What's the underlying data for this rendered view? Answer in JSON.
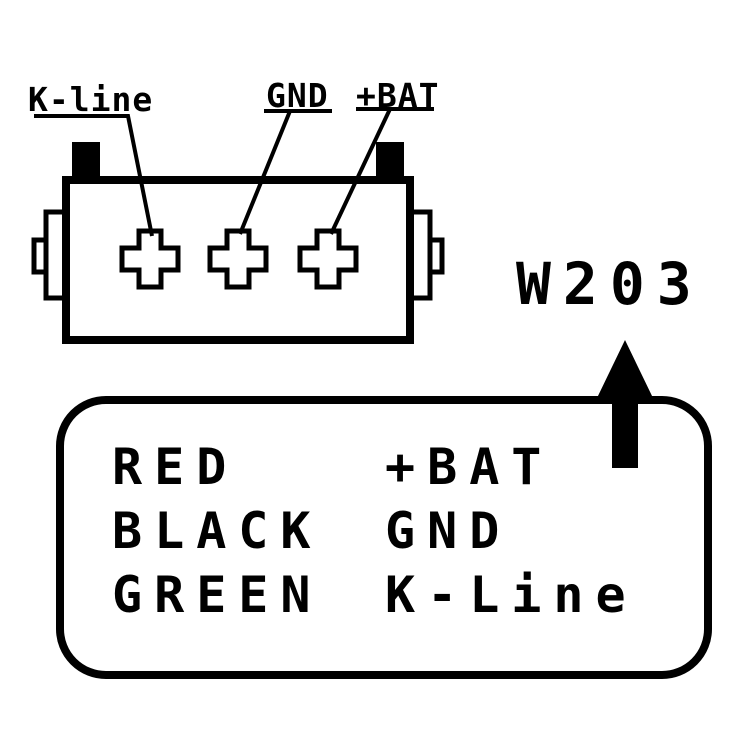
{
  "canvas": {
    "background_color": "#ffffff",
    "ink_color": "#000000"
  },
  "connector": {
    "pin_labels": [
      {
        "label": "K-line"
      },
      {
        "label": "GND"
      },
      {
        "label": "+BAT"
      }
    ],
    "pin_count": 3
  },
  "model_label": "W203",
  "legend": {
    "rows": [
      {
        "wire_color": "RED",
        "signal": "+BAT"
      },
      {
        "wire_color": "BLACK",
        "signal": "GND"
      },
      {
        "wire_color": "GREEN",
        "signal": "K-Line"
      }
    ]
  },
  "icons": {
    "arrow": "up-arrow-icon",
    "pins": "cross-pin-icon"
  }
}
